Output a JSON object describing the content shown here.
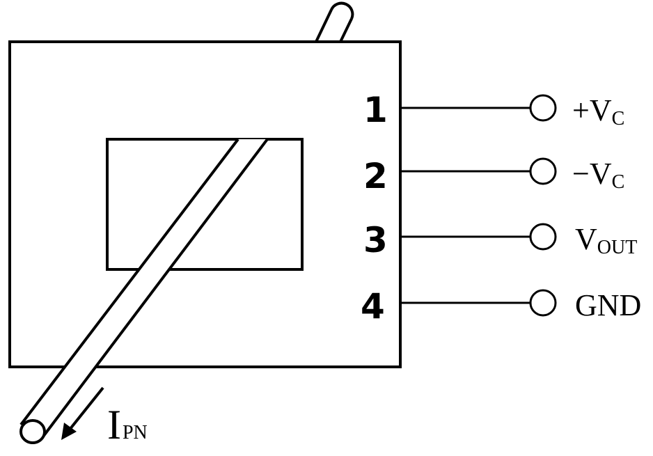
{
  "pins": [
    {
      "number": "1",
      "label_main": "+V",
      "label_sub": "C"
    },
    {
      "number": "2",
      "label_main": "−V",
      "label_sub": "C"
    },
    {
      "number": "3",
      "label_main": "V",
      "label_sub": "OUT"
    },
    {
      "number": "4",
      "label_main": "GND",
      "label_sub": ""
    }
  ],
  "current": {
    "main": "I",
    "sub": "PN"
  },
  "colors": {
    "stroke": "#000000",
    "background": "#ffffff"
  }
}
